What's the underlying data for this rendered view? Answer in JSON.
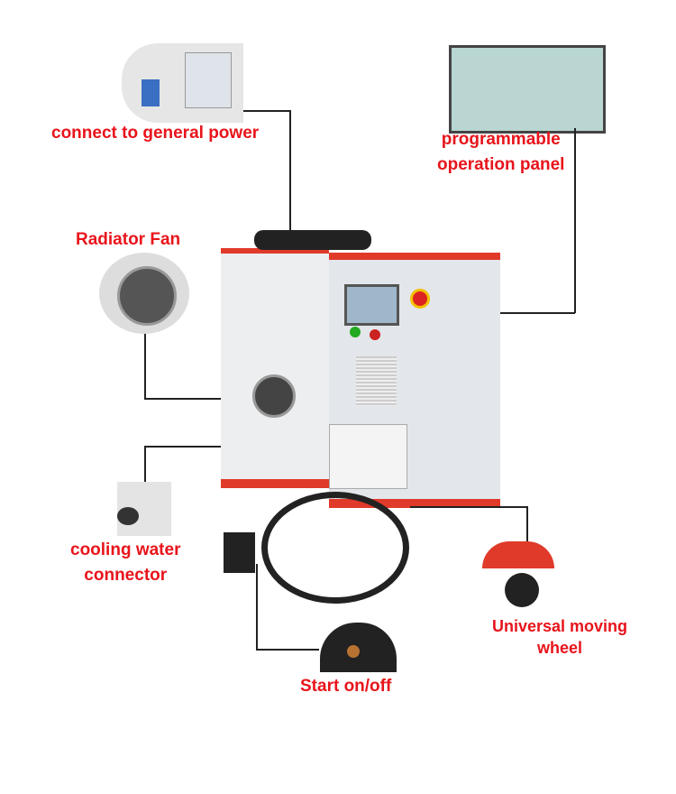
{
  "labels": {
    "power": "connect to general power",
    "panel_1": "programmable",
    "panel_2": "operation panel",
    "fan": "Radiator Fan",
    "water_1": "cooling water",
    "water_2": "connector",
    "wheel_1": "Universal moving",
    "wheel_2": "wheel",
    "start": "Start on/off"
  },
  "colors": {
    "label": "#e8141b",
    "machine_trim": "#e03a2a",
    "machine_body": "#e9ecef"
  }
}
